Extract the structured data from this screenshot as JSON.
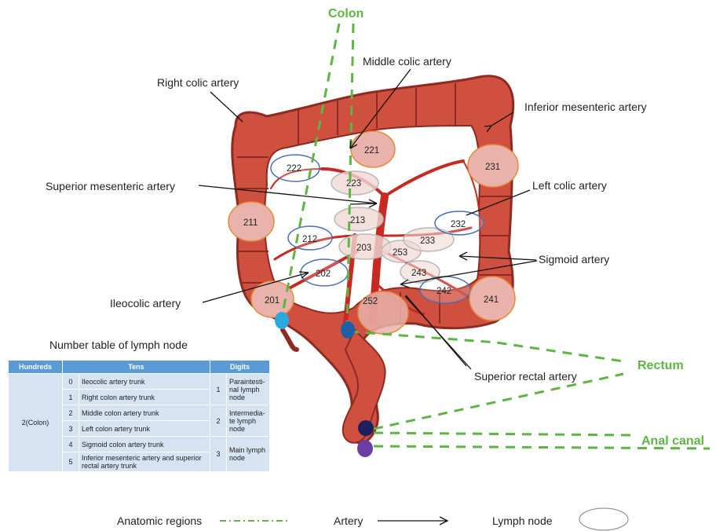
{
  "regions": {
    "colon": "Colon",
    "rectum": "Rectum",
    "anal_canal": "Anal canal"
  },
  "arteries": {
    "middle_colic": "Middle colic artery",
    "right_colic": "Right colic artery",
    "inferior_mesenteric": "Inferior mesenteric artery",
    "superior_mesenteric": "Superior mesenteric artery",
    "left_colic": "Left colic artery",
    "sigmoid": "Sigmoid artery",
    "ileocolic": "Ileocolic artery",
    "superior_rectal": "Superior rectal artery"
  },
  "nodes": [
    "221",
    "222",
    "223",
    "231",
    "211",
    "213",
    "212",
    "203",
    "253",
    "233",
    "232",
    "202",
    "243",
    "242",
    "241",
    "201",
    "252"
  ],
  "table": {
    "title": "Number table of lymph node",
    "headers": [
      "Hundreds",
      "Tens",
      "Digits"
    ],
    "hundreds": "2(Colon)",
    "tens": [
      {
        "num": "0",
        "text": "Ileocolic artery trunk"
      },
      {
        "num": "1",
        "text": "Right colon artery trunk"
      },
      {
        "num": "2",
        "text": "Middle colon artery trunk"
      },
      {
        "num": "3",
        "text": "Left colon artery trunk"
      },
      {
        "num": "4",
        "text": "Sigmoid colon artery trunk"
      },
      {
        "num": "5",
        "text": "Inferior mesenteric artery and superior rectal artery trunk"
      }
    ],
    "digits": [
      {
        "num": "1",
        "text": "Paraintesti-nal lymph node"
      },
      {
        "num": "2",
        "text": "Intermedia-te lymph node"
      },
      {
        "num": "3",
        "text": "Main lymph node"
      }
    ]
  },
  "legend": {
    "regions": "Anatomic regions",
    "artery": "Artery",
    "lymph": "Lymph node"
  },
  "colors": {
    "colon": "#cc4a3c",
    "colon_dark": "#8e2a22",
    "artery": "#c62a22",
    "region_line": "#5db544",
    "node_fill": "#e9b3ab",
    "orange_node": "#e58a3a",
    "blue_node": "#4a6fb3",
    "grey_node": "#b9b9b9",
    "table_header": "#5b9bd5",
    "table_cell": "#d6e3f2"
  }
}
